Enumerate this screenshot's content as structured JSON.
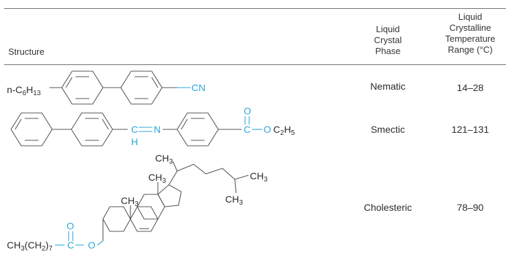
{
  "headers": {
    "structure": "Structure",
    "phase": [
      "Liquid",
      "Crystal",
      "Phase"
    ],
    "temp": [
      "Liquid",
      "Crystalline",
      "Temperature",
      "Range (°C)"
    ]
  },
  "rows": [
    {
      "phase": "Nematic",
      "range": "14–28",
      "labels": {
        "alkyl_prefix": "n-C",
        "alkyl_sub1": "6",
        "alkyl_mid": "H",
        "alkyl_sub2": "13",
        "cn": "CN"
      }
    },
    {
      "phase": "Smectic",
      "range": "121–131",
      "labels": {
        "c": "C",
        "n": "N",
        "h": "H",
        "o": "O",
        "ester_c": "C",
        "ester_o": "O",
        "ethyl_c": "C",
        "ethyl_sub1": "2",
        "ethyl_h": "H",
        "ethyl_sub2": "5"
      }
    },
    {
      "phase": "Cholesteric",
      "range": "78–90",
      "labels": {
        "ch3_top": "CH",
        "ch3_top_sub": "3",
        "ch3_c13": "CH",
        "ch3_c13_sub": "3",
        "ch3_c10": "CH",
        "ch3_c10_sub": "3",
        "ch3_right": "CH",
        "ch3_right_sub": "3",
        "ch3_low": "CH",
        "ch3_low_sub": "3",
        "chain_a": "CH",
        "chain_sub1": "3",
        "chain_b": "(CH",
        "chain_sub2": "2",
        "chain_c": ")",
        "chain_sub3": "7",
        "ester_c": "C",
        "ester_o": "O",
        "ring_o": "O"
      }
    }
  ],
  "colors": {
    "accent": "#2aa7d9",
    "rule": "#6e6e6e",
    "text": "#2a2a2a"
  }
}
